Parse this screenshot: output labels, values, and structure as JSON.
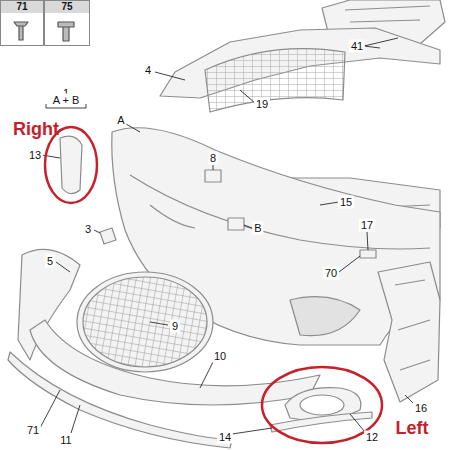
{
  "diagram": {
    "nodes": [
      {
        "text": [
          "71"
        ]
      },
      {
        "text": [
          "75"
        ]
      }
    ],
    "labels": [
      "41",
      "1",
      "A + B",
      "Right",
      "13",
      "A",
      "4",
      "19",
      "8",
      "15",
      "B",
      "3",
      "17",
      "70",
      "5",
      "9",
      "10",
      "16",
      "71",
      "11",
      "14",
      "12",
      "Left"
    ]
  }
}
